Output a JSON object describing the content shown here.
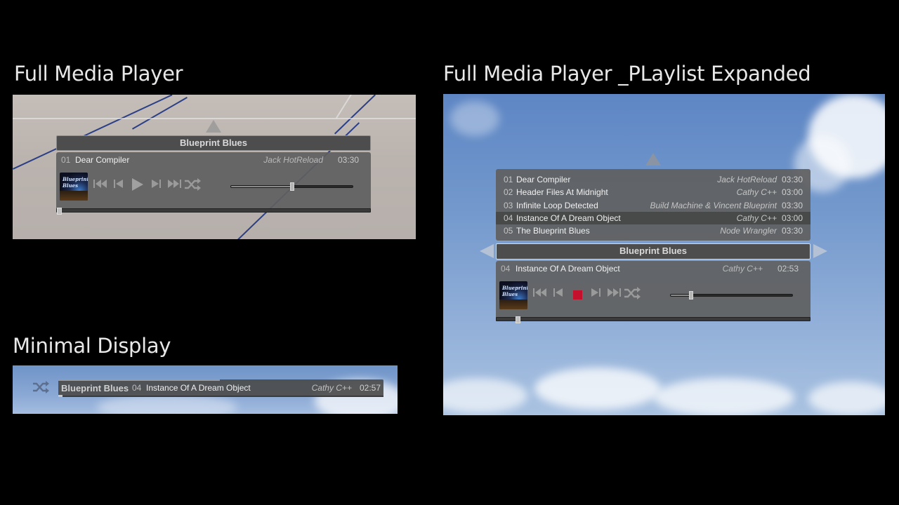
{
  "sections": {
    "full": "Full Media Player",
    "expanded": "Full Media Player _PLaylist Expanded",
    "minimal": "Minimal Display"
  },
  "album": {
    "name": "Blueprint Blues",
    "art_text": "Blueprint Blues"
  },
  "full_player": {
    "now_playing": {
      "num": "01",
      "title": "Dear Compiler",
      "artist": "Jack HotReload",
      "time": "03:30"
    },
    "volume": 0.5,
    "progress": 0.0
  },
  "expanded_player": {
    "playlist": [
      {
        "num": "01",
        "title": "Dear Compiler",
        "artist": "Jack HotReload",
        "time": "03:30",
        "selected": false
      },
      {
        "num": "02",
        "title": "Header Files At Midnight",
        "artist": "Cathy C++",
        "time": "03:00",
        "selected": false
      },
      {
        "num": "03",
        "title": "Infinite Loop Detected",
        "artist": "Build Machine & Vincent Blueprint",
        "time": "03:30",
        "selected": false
      },
      {
        "num": "04",
        "title": "Instance Of A Dream Object",
        "artist": "Cathy C++",
        "time": "03:00",
        "selected": true
      },
      {
        "num": "05",
        "title": "The Blueprint Blues",
        "artist": "Node Wrangler",
        "time": "03:30",
        "selected": false
      }
    ],
    "now_playing": {
      "num": "04",
      "title": "Instance Of A Dream Object",
      "artist": "Cathy C++",
      "time": "02:53"
    },
    "volume": 0.17,
    "progress": 0.03
  },
  "minimal_player": {
    "num": "04",
    "title": "Instance Of A Dream Object",
    "artist": "Cathy C++",
    "time": "02:57"
  },
  "icons": {
    "prev_album": "skip-to-start-icon",
    "prev": "previous-icon",
    "play": "play-icon",
    "stop": "stop-icon",
    "next": "next-icon",
    "next_album": "skip-to-end-icon",
    "shuffle": "shuffle-icon"
  },
  "colors": {
    "stop": "#c4102d",
    "header_bg": "#4d4d4d",
    "panel_bg": "#5f5f5f"
  }
}
